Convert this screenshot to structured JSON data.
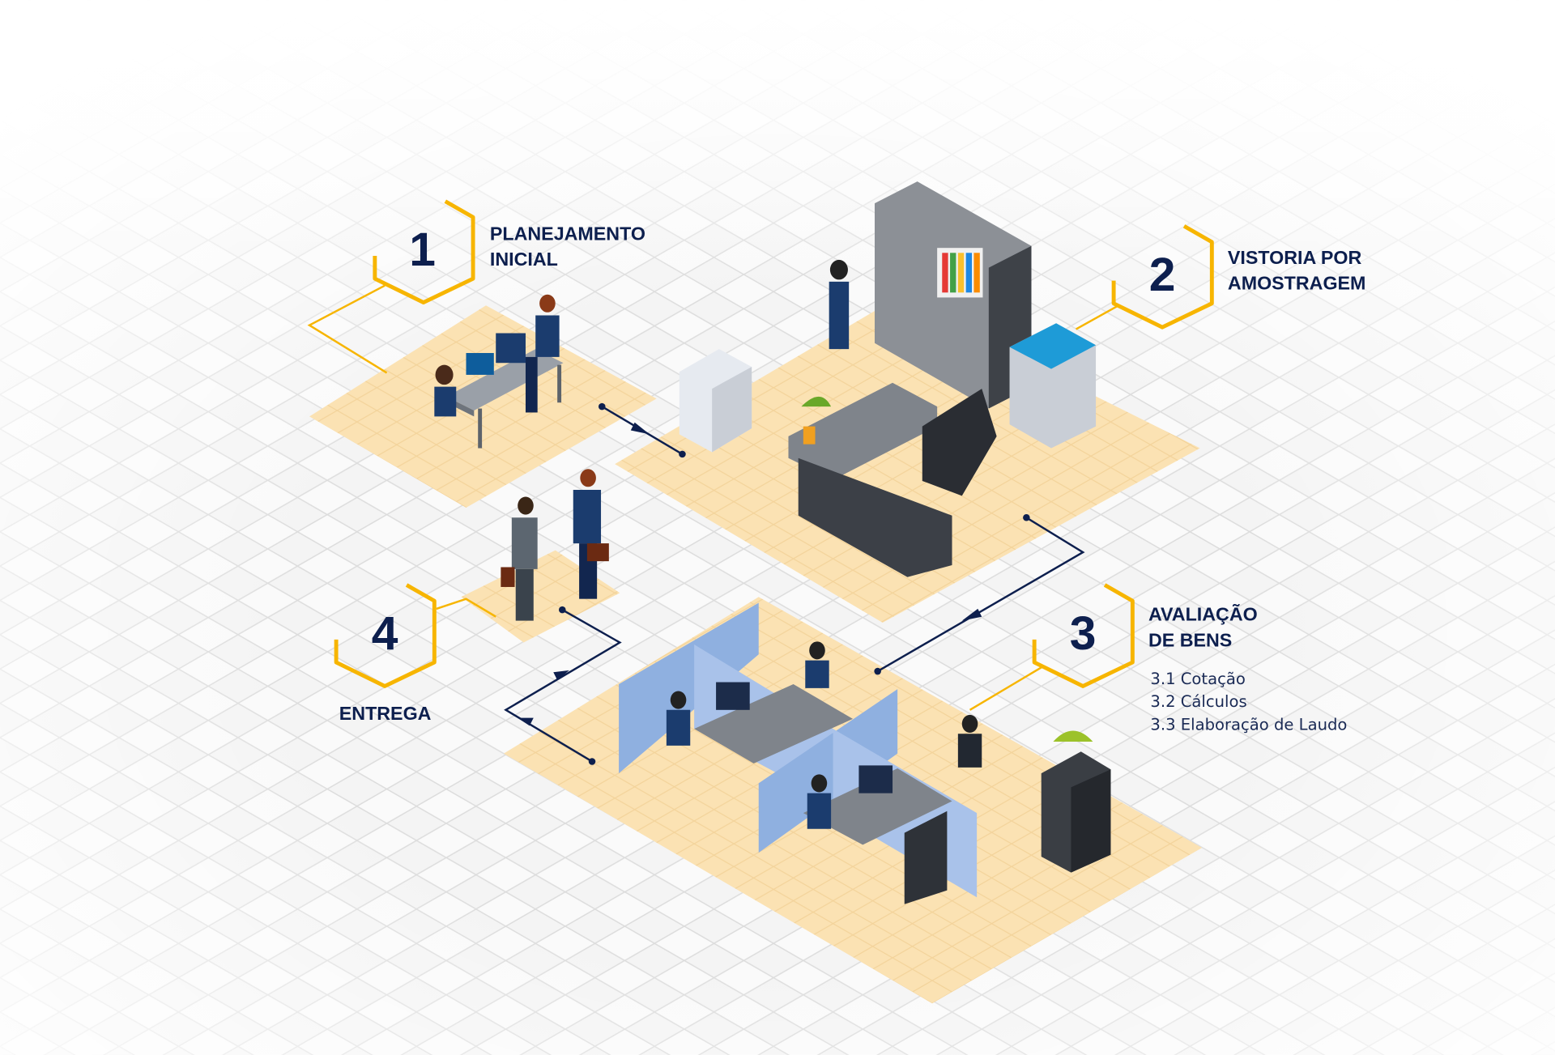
{
  "steps": [
    {
      "number": "1",
      "title_lines": [
        "PLANEJAMENTO",
        "INICIAL"
      ]
    },
    {
      "number": "2",
      "title_lines": [
        "VISTORIA POR",
        "AMOSTRAGEM"
      ]
    },
    {
      "number": "3",
      "title_lines": [
        "AVALIAÇÃO",
        "DE BENS"
      ],
      "subitems": [
        "3.1 Cotação",
        "3.2 Cálculos",
        "3.3 Elaboração de Laudo"
      ]
    },
    {
      "number": "4",
      "title_lines": [
        "ENTREGA"
      ]
    }
  ],
  "colors": {
    "accent": "#f7b500",
    "navy": "#0d1f4e",
    "floor": "#fbe2b3",
    "partition": "#8fb0e0"
  }
}
